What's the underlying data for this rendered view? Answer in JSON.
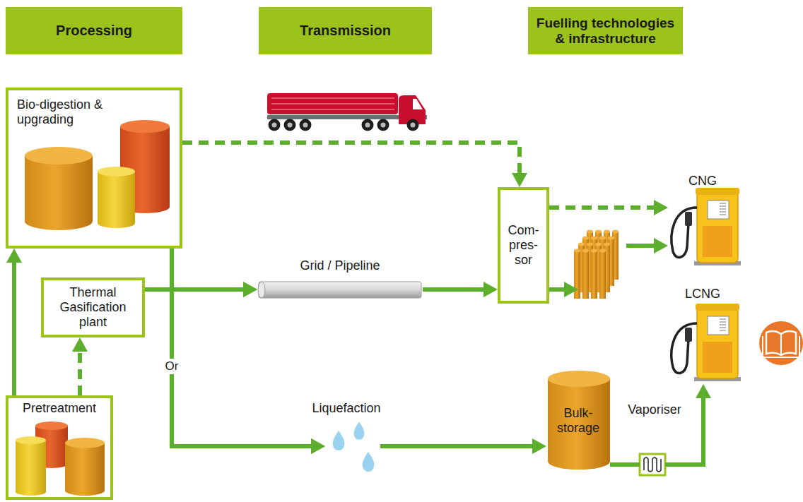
{
  "diagram": {
    "nodes": [
      {
        "text": [
          "Processing"
        ]
      },
      {
        "text": [
          "Transmission"
        ]
      },
      {
        "text": [
          "Fuelling technologies & infrastructure"
        ]
      },
      {
        "text": [
          "Bio-digestion & upgrading"
        ]
      },
      {
        "text": [
          "Thermal Gasification plant"
        ]
      },
      {
        "text": [
          "Pretreatment"
        ]
      },
      {
        "text": [
          "Grid / Pipeline"
        ]
      },
      {
        "text": [
          "Com- pres- sor"
        ]
      },
      {
        "text": [
          "Liquefaction"
        ]
      },
      {
        "text": [
          "Bulk- storage"
        ]
      },
      {
        "text": [
          "Vaporiser"
        ]
      },
      {
        "text": [
          "CNG"
        ]
      },
      {
        "text": [
          "LCNG"
        ]
      }
    ],
    "edges": [
      {
        "from": 5,
        "to": 3,
        "arrow": "to"
      },
      {
        "from": 5,
        "to": 4,
        "arrow": "to"
      },
      {
        "from": 3,
        "to": 6,
        "arrow": "to"
      },
      {
        "from": 4,
        "to": 6,
        "arrow": "to"
      },
      {
        "from": 3,
        "to": 8,
        "arrow": "to"
      },
      {
        "from": 4,
        "to": 8,
        "arrow": "to"
      },
      {
        "from": 6,
        "to": 7,
        "arrow": "to"
      },
      {
        "from": 3,
        "to": 7,
        "arrow": "to"
      },
      {
        "from": 7,
        "to": 11,
        "arrow": "to"
      },
      {
        "from": 8,
        "to": 9,
        "arrow": "to"
      },
      {
        "from": 9,
        "to": 10,
        "arrow": "none"
      },
      {
        "from": 10,
        "to": 12,
        "arrow": "to"
      }
    ],
    "labels": [
      "Or"
    ]
  }
}
